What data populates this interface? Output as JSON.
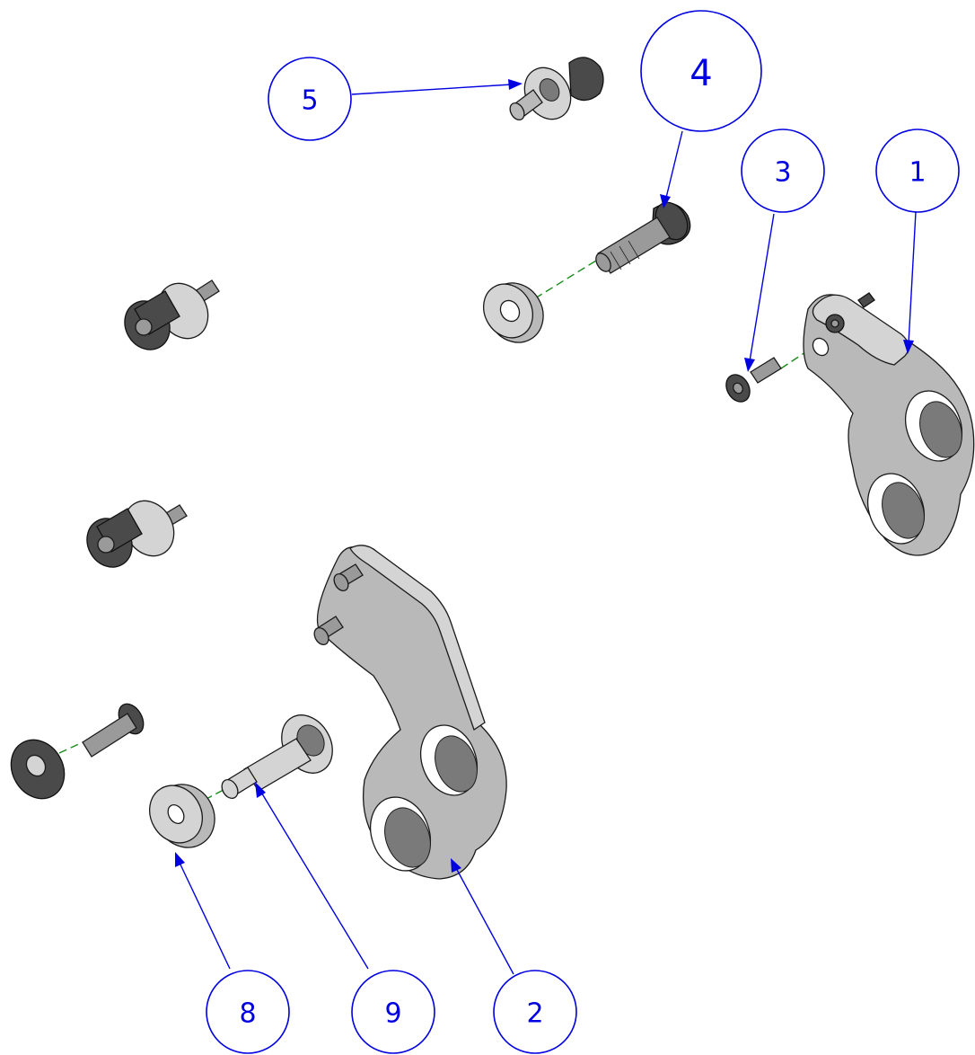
{
  "balloons": [
    {
      "id": "b5",
      "label": "5"
    },
    {
      "id": "b4",
      "label": "4"
    },
    {
      "id": "b3",
      "label": "3"
    },
    {
      "id": "b1",
      "label": "1"
    },
    {
      "id": "b8",
      "label": "8"
    },
    {
      "id": "b9",
      "label": "9"
    },
    {
      "id": "b2",
      "label": "2"
    }
  ],
  "colors": {
    "balloon": "#0000e0",
    "axis": "#1a8a1a",
    "part": "#b9b9b9"
  }
}
